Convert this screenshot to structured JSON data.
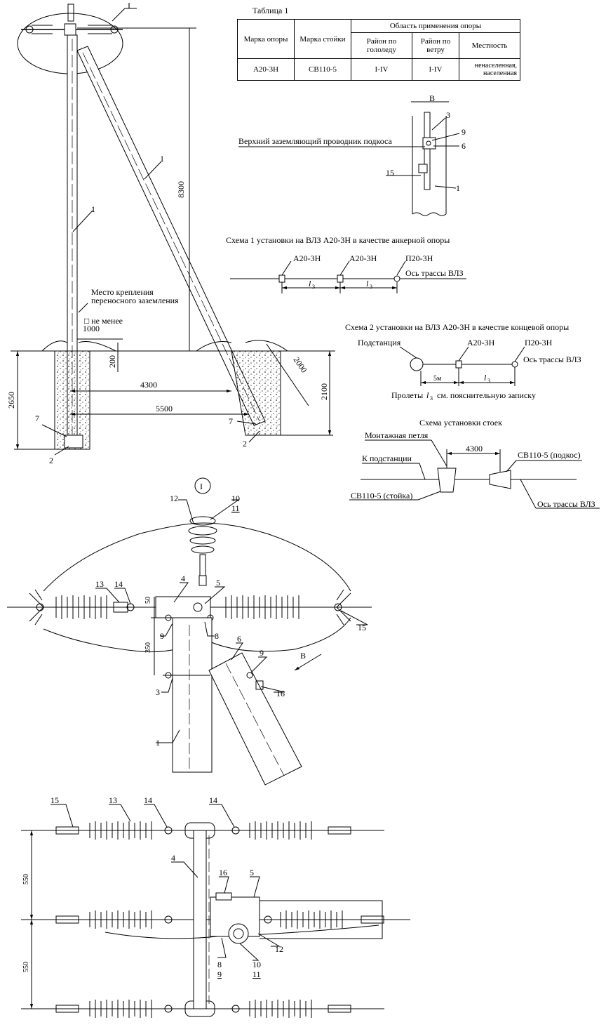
{
  "table": {
    "title": "Таблица 1",
    "headers": {
      "support_mark": "Марка опоры",
      "post_mark": "Марка стойки",
      "application_area": "Область применения опоры",
      "ice_region": "Район по гололеду",
      "wind_region": "Район по ветру",
      "terrain": "Местность"
    },
    "row": {
      "support_mark": "А20-3Н",
      "post_mark": "СВ110-5",
      "ice_region": "I-IV",
      "wind_region": "I-IV",
      "terrain": "ненаселенная, населенная"
    }
  },
  "main_view": {
    "callout_I": "I",
    "dim_8300": "8300",
    "dim_4300": "4300",
    "dim_5500": "5500",
    "dim_2650": "2650",
    "dim_200": "200",
    "dim_2000": "2000",
    "dim_2100": "2100",
    "dim_1000": "1000",
    "ne_menee": "□ не менее",
    "grounding_note_1": "Место крепления",
    "grounding_note_2": "переносного заземления",
    "labels": [
      "1",
      "1",
      "7",
      "2",
      "7",
      "2"
    ]
  },
  "view_b": {
    "title": "B",
    "brace_note": "Верхний заземляющий проводник подкоса",
    "labels": [
      "3",
      "9",
      "6",
      "15",
      "1"
    ]
  },
  "scheme1": {
    "title": "Схема 1 установки на ВЛЗ А20-3Н в качестве анкерной опоры",
    "a1": "А20-3Н",
    "a2": "А20-3Н",
    "p": "П20-3Н",
    "axis": "Ось трассы ВЛЗ",
    "span": "l",
    "span_sub": "3"
  },
  "scheme2": {
    "title": "Схема 2 установки на ВЛЗ А20-3Н в качестве концевой опоры",
    "substation": "Подстанция",
    "a": "А20-3Н",
    "p": "П20-3Н",
    "axis": "Ось трассы ВЛЗ",
    "span_5m": "5м",
    "span": "l",
    "span_sub": "3",
    "note_pre": "Пролеты",
    "note_post": "см. пояснительную записку"
  },
  "posts_scheme": {
    "title": "Схема установки стоек",
    "loop": "Монтажная петля",
    "dim": "4300",
    "to_substation": "К подстанции",
    "post": "СВ110-5 (стойка)",
    "brace": "СВ110-5 (подкос)",
    "axis": "Ось трассы ВЛЗ"
  },
  "detail_I": {
    "callout": "I",
    "dim_50": "50",
    "dim_350": "350",
    "view_arrow": "B",
    "labels": [
      "12",
      "10",
      "11",
      "4",
      "5",
      "13",
      "14",
      "9",
      "8",
      "6",
      "9",
      "3",
      "16",
      "1",
      "15"
    ]
  },
  "plan_view": {
    "dim_550a": "550",
    "dim_550b": "550",
    "labels": [
      "15",
      "13",
      "14",
      "14",
      "4",
      "16",
      "5",
      "8",
      "9",
      "10",
      "11",
      "12"
    ]
  }
}
